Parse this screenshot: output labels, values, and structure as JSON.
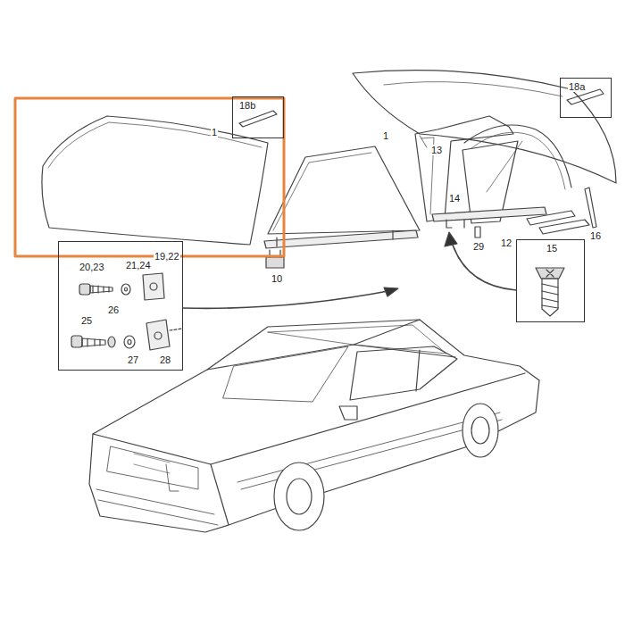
{
  "diagram": {
    "nodes": [
      {
        "text": [
          "20,23",
          "21,24",
          "19,22",
          "25",
          "26",
          "27",
          "28"
        ]
      },
      {
        "text": [
          "18b"
        ]
      },
      {
        "text": [
          "18a"
        ]
      },
      {
        "text": [
          "15"
        ]
      }
    ],
    "labels": [
      "1",
      "1",
      "13",
      "14",
      "29",
      "12",
      "16",
      "10"
    ]
  }
}
